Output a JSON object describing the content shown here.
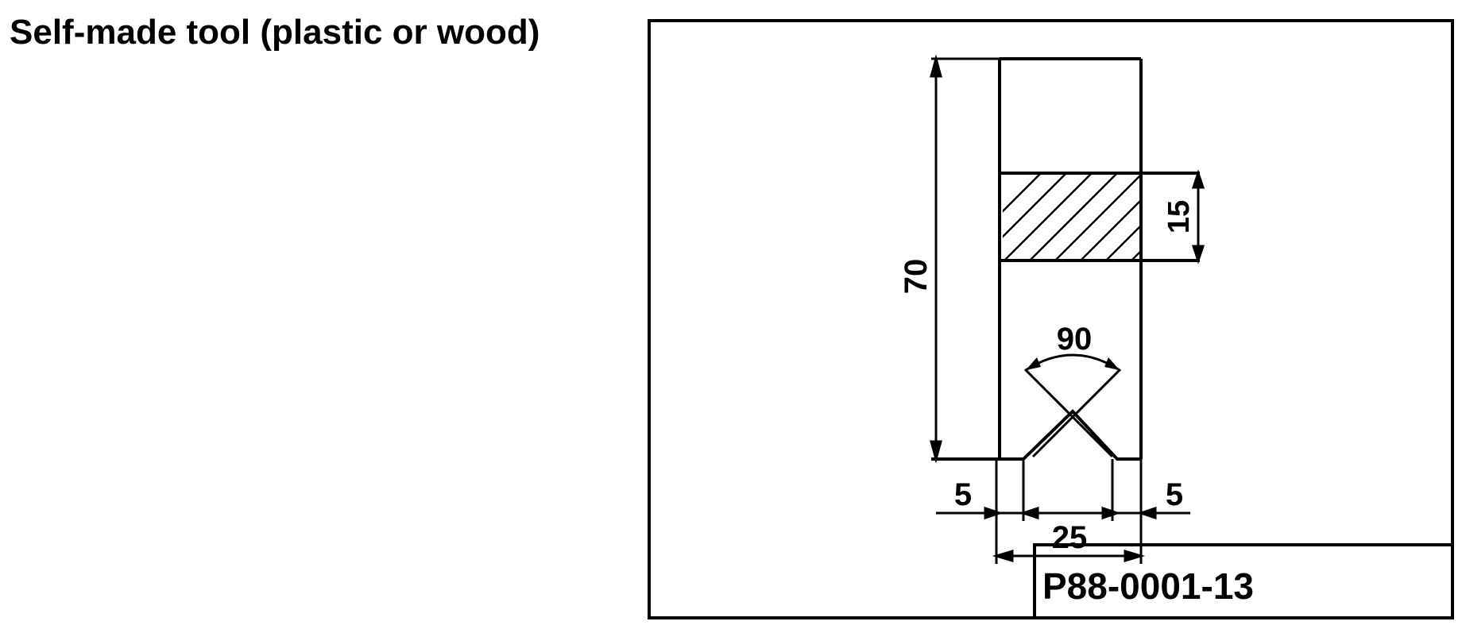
{
  "title": "Self-made tool (plastic or wood)",
  "drawing": {
    "dimensions": {
      "height": "70",
      "hatched_section": "15",
      "angle": "90",
      "width": "25",
      "left_offset": "5",
      "right_offset": "5"
    },
    "part_number": "P88-0001-13"
  }
}
